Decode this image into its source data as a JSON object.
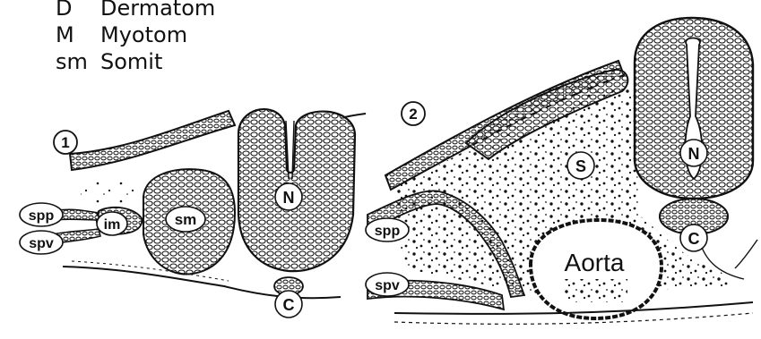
{
  "legend": [
    {
      "abbr": "D",
      "term": "Dermatom"
    },
    {
      "abbr": "M",
      "term": "Myotom"
    },
    {
      "abbr": "sm",
      "term": "Somit"
    }
  ],
  "panels": [
    {
      "number": "1",
      "labels": {
        "spp": "spp",
        "spv": "spv",
        "im": "im",
        "sm": "sm",
        "N": "N",
        "C": "C"
      }
    },
    {
      "number": "2",
      "labels": {
        "spp": "spp",
        "spv": "spv",
        "S": "S",
        "N": "N",
        "C": "C",
        "aorta": "Aorta"
      }
    }
  ],
  "colors": {
    "ink": "#111111",
    "background": "#ffffff"
  }
}
